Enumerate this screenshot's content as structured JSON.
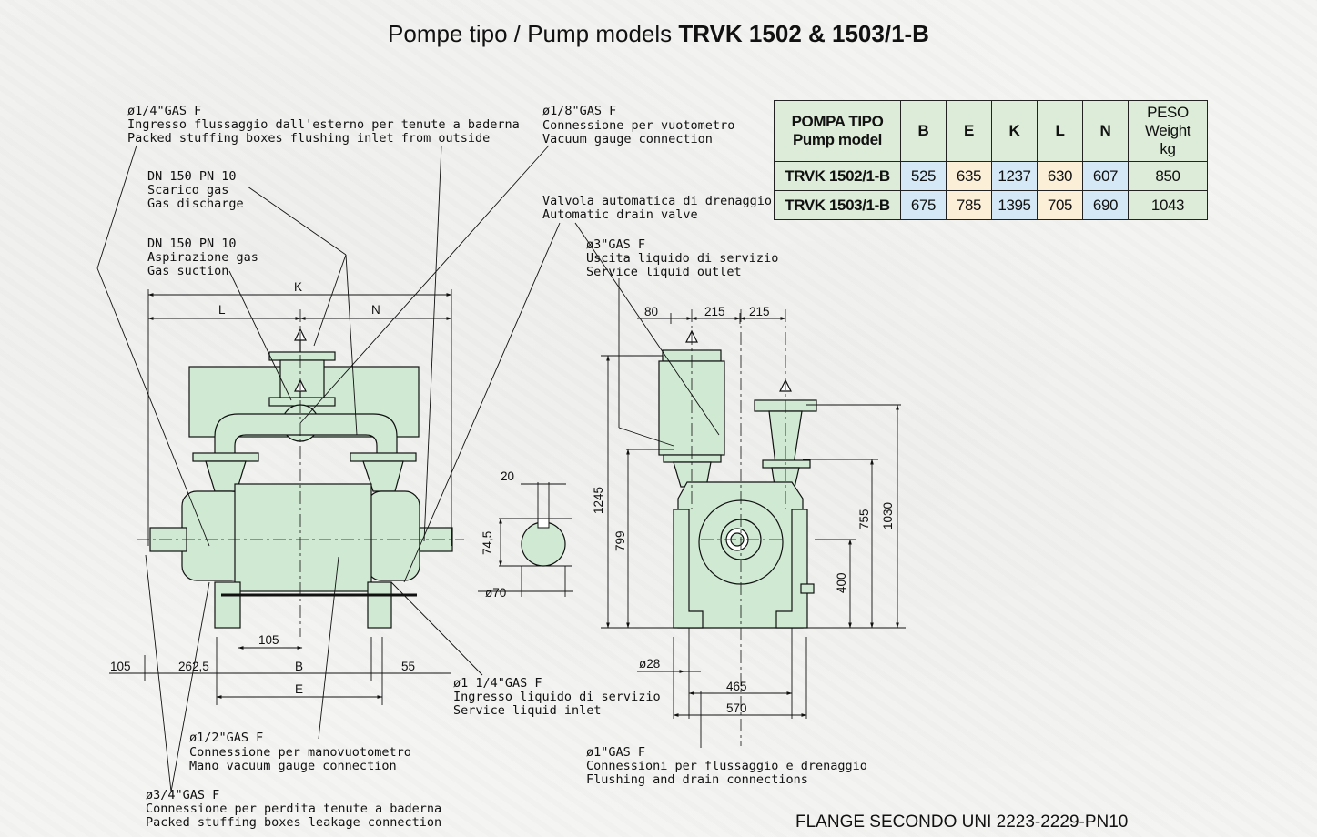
{
  "title": {
    "prefix": "Pompe tipo / Pump models ",
    "models": "TRVK 1502 & 1503/1-B"
  },
  "colors": {
    "body_fill": "#cfe9d3",
    "b_col": "#d5e8f5",
    "e_col": "#fbefd8",
    "k_col": "#d5e8f5",
    "l_col": "#fbefd8",
    "n_col": "#d5e8f5",
    "header": "#dcecd8"
  },
  "table": {
    "headers": {
      "model_1": "POMPA TIPO",
      "model_2": "Pump model",
      "b": "B",
      "e": "E",
      "k": "K",
      "l": "L",
      "n": "N",
      "weight_1": "PESO",
      "weight_2": "Weight",
      "weight_3": "kg"
    },
    "rows": [
      {
        "model": "TRVK 1502/1-B",
        "b": "525",
        "e": "635",
        "k": "1237",
        "l": "630",
        "n": "607",
        "weight": "850"
      },
      {
        "model": "TRVK 1503/1-B",
        "b": "675",
        "e": "785",
        "k": "1395",
        "l": "705",
        "n": "690",
        "weight": "1043"
      }
    ]
  },
  "callouts": {
    "flush_inlet": {
      "size": "ø1/4\"GAS F",
      "it": "Ingresso flussaggio dall'esterno per tenute a baderna",
      "en": "Packed stuffing boxes flushing inlet from outside"
    },
    "gas_discharge": {
      "size": "DN 150 PN 10",
      "it": "Scarico gas",
      "en": "Gas discharge"
    },
    "gas_suction": {
      "size": "DN 150 PN 10",
      "it": "Aspirazione gas",
      "en": "Gas suction"
    },
    "vacuum_gauge": {
      "size": "ø1/8\"GAS F",
      "it": "Connessione per vuotometro",
      "en": "Vacuum gauge connection"
    },
    "drain_valve": {
      "it": "Valvola automatica di drenaggio",
      "en": "Automatic drain valve"
    },
    "liquid_outlet": {
      "size": "ø3\"GAS F",
      "it": "Uscita liquido di servizio",
      "en": "Service liquid outlet"
    },
    "liquid_inlet": {
      "size": "ø1 1/4\"GAS F",
      "it": "Ingresso liquido di servizio",
      "en": "Service liquid inlet"
    },
    "mano_gauge": {
      "size": "ø1/2\"GAS F",
      "it": "Connessione per manovuotometro",
      "en": "Mano vacuum gauge connection"
    },
    "leakage": {
      "size": "ø3/4\"GAS F",
      "it": "Connessione per perdita tenute a baderna",
      "en": "Packed stuffing boxes leakage connection"
    },
    "flush_drain": {
      "size": "ø1\"GAS F",
      "it": "Connessioni per flussaggio e drenaggio",
      "en": "Flushing and drain connections"
    }
  },
  "dims": {
    "k": "K",
    "l": "L",
    "n": "N",
    "b": "B",
    "e": "E",
    "d105": "105",
    "d105b": "105",
    "d2625": "262,5",
    "d55": "55",
    "d20": "20",
    "d745": "74,5",
    "d70": "ø70",
    "d80": "80",
    "d215a": "215",
    "d215b": "215",
    "d1245": "1245",
    "d799": "799",
    "d755": "755",
    "d1030": "1030",
    "d400": "400",
    "d28": "ø28",
    "d465": "465",
    "d570": "570"
  },
  "footer": "FLANGE SECONDO UNI 2223-2229-PN10"
}
